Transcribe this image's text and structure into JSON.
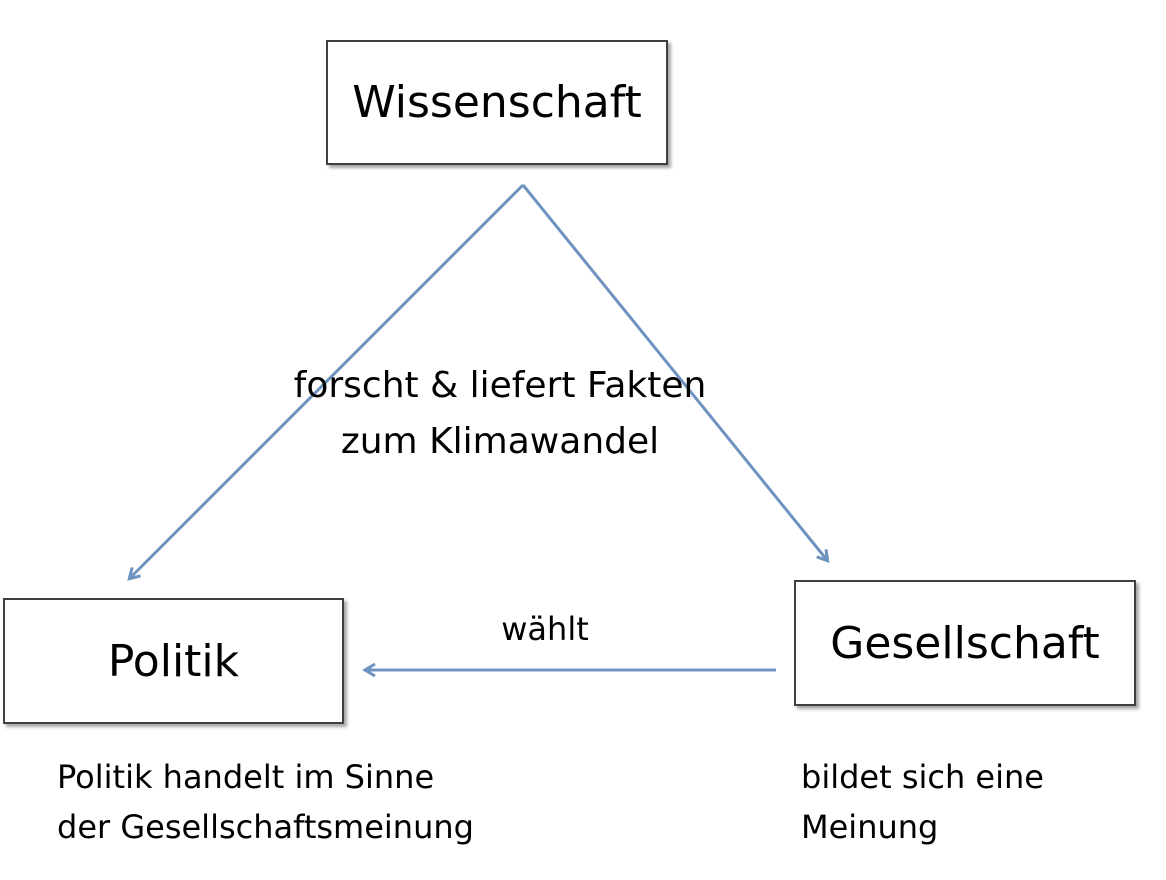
{
  "nodes": {
    "wissenschaft": "Wissenschaft",
    "politik": "Politik",
    "gesellschaft": "Gesellschaft"
  },
  "edges": {
    "science_label_line1": "forscht & liefert Fakten",
    "science_label_line2": "zum Klimawandel",
    "society_to_politics_label": "wählt"
  },
  "notes": {
    "politik_line1": "Politik handelt im Sinne",
    "politik_line2": "der Gesellschaftsmeinung",
    "gesellschaft_line1": "bildet sich eine",
    "gesellschaft_line2": "Meinung"
  },
  "colors": {
    "arrow": "#6f93c0",
    "box_border": "#404040"
  }
}
